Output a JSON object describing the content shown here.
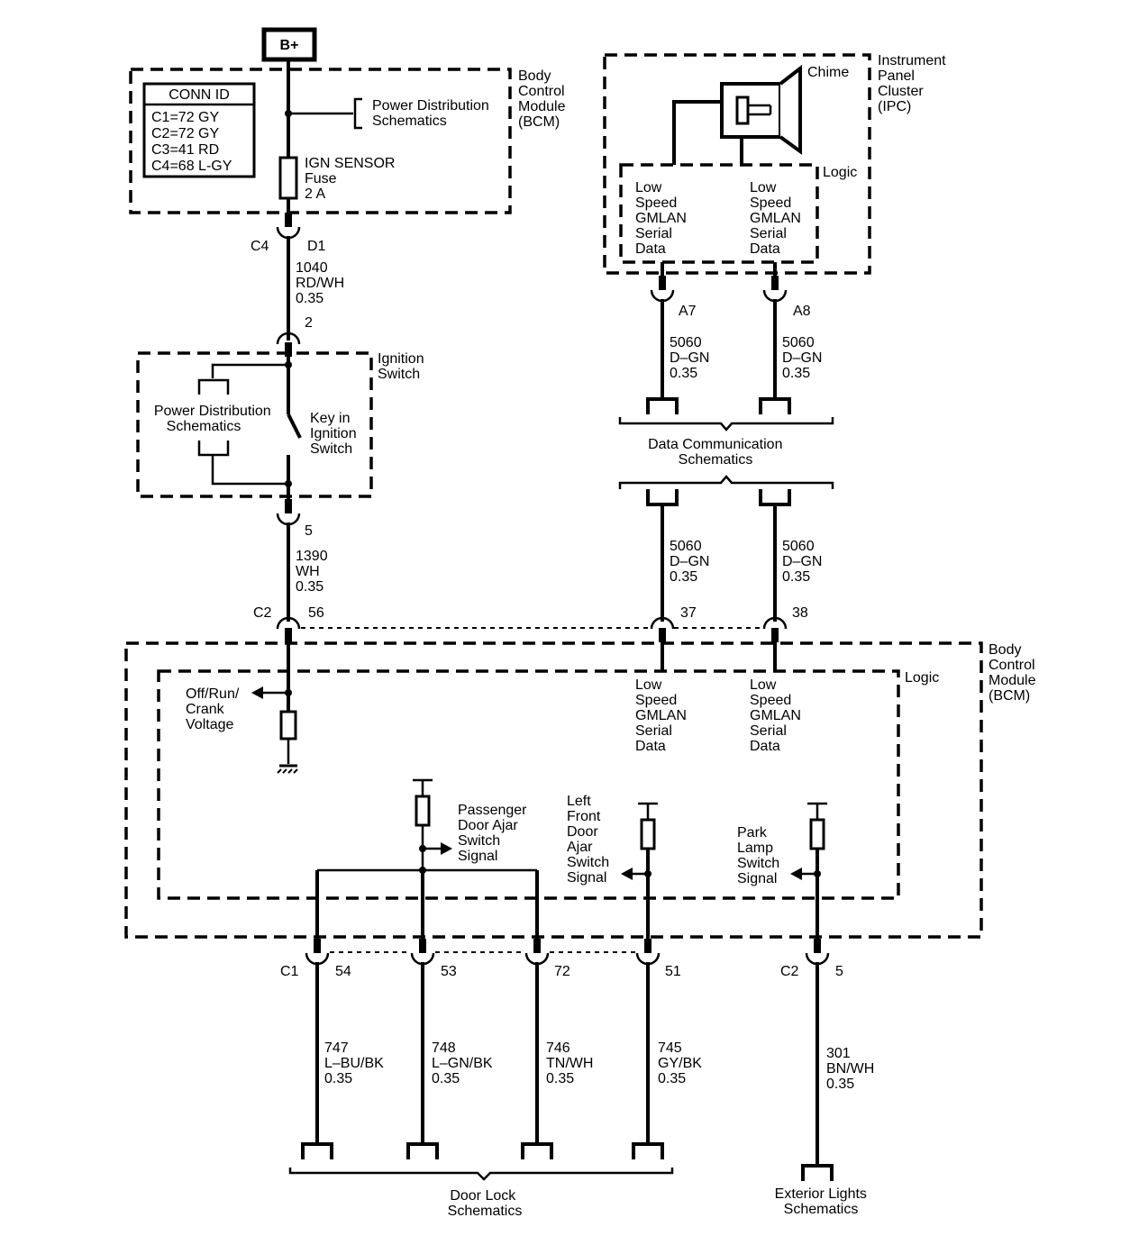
{
  "power": {
    "label": "B+"
  },
  "bcm_top": {
    "title": [
      "Body",
      "Control",
      "Module",
      "(BCM)"
    ],
    "conn_id": {
      "header": "CONN ID",
      "rows": [
        "C1=72 GY",
        "C2=72 GY",
        "C3=41 RD",
        "C4=68 L-GY"
      ]
    },
    "power_dist": [
      "Power Distribution",
      "Schematics"
    ],
    "fuse": [
      "IGN SENSOR",
      "Fuse",
      "2 A"
    ]
  },
  "conn_c4": {
    "conn": "C4",
    "pin": "D1"
  },
  "wire_1040": [
    "1040",
    "RD/WH",
    "0.35"
  ],
  "ignition_switch": {
    "title": [
      "Ignition",
      "Switch"
    ],
    "pin_in": "2",
    "pin_out": "5",
    "power_dist": [
      "Power Distribution",
      "Schematics"
    ],
    "key": [
      "Key in",
      "Ignition",
      "Switch"
    ]
  },
  "wire_1390": [
    "1390",
    "WH",
    "0.35"
  ],
  "ipc": {
    "title": [
      "Instrument",
      "Panel",
      "Cluster",
      "(IPC)"
    ],
    "chime": "Chime",
    "logic": "Logic",
    "data_left": [
      "Low",
      "Speed",
      "GMLAN",
      "Serial",
      "Data"
    ],
    "data_right": [
      "Low",
      "Speed",
      "GMLAN",
      "Serial",
      "Data"
    ],
    "pin_a7": "A7",
    "pin_a8": "A8"
  },
  "wire_5060_upper_left": [
    "5060",
    "D–GN",
    "0.35"
  ],
  "wire_5060_upper_right": [
    "5060",
    "D–GN",
    "0.35"
  ],
  "data_comm": [
    "Data Communication",
    "Schematics"
  ],
  "wire_5060_lower_left": [
    "5060",
    "D–GN",
    "0.35"
  ],
  "wire_5060_lower_right": [
    "5060",
    "D–GN",
    "0.35"
  ],
  "conn_c2_top": {
    "conn": "C2",
    "pin_56": "56",
    "pin_37": "37",
    "pin_38": "38"
  },
  "bcm_bottom": {
    "title": [
      "Body",
      "Control",
      "Module",
      "(BCM)"
    ],
    "logic": "Logic",
    "crank": [
      "Off/Run/",
      "Crank",
      "Voltage"
    ],
    "data_left": [
      "Low",
      "Speed",
      "GMLAN",
      "Serial",
      "Data"
    ],
    "data_right": [
      "Low",
      "Speed",
      "GMLAN",
      "Serial",
      "Data"
    ],
    "passenger": [
      "Passenger",
      "Door Ajar",
      "Switch",
      "Signal"
    ],
    "left_front": [
      "Left",
      "Front",
      "Door",
      "Ajar",
      "Switch",
      "Signal"
    ],
    "park": [
      "Park",
      "Lamp",
      "Switch",
      "Signal"
    ]
  },
  "bottom_connectors": {
    "c1": "C1",
    "p54": "54",
    "p53": "53",
    "p72": "72",
    "p51": "51",
    "c2": "C2",
    "p5": "5"
  },
  "wires_bottom": {
    "w747": [
      "747",
      "L–BU/BK",
      "0.35"
    ],
    "w748": [
      "748",
      "L–GN/BK",
      "0.35"
    ],
    "w746": [
      "746",
      "TN/WH",
      "0.35"
    ],
    "w745": [
      "745",
      "GY/BK",
      "0.35"
    ],
    "w301": [
      "301",
      "BN/WH",
      "0.35"
    ]
  },
  "door_lock": [
    "Door Lock",
    "Schematics"
  ],
  "exterior_lights": [
    "Exterior Lights",
    "Schematics"
  ]
}
